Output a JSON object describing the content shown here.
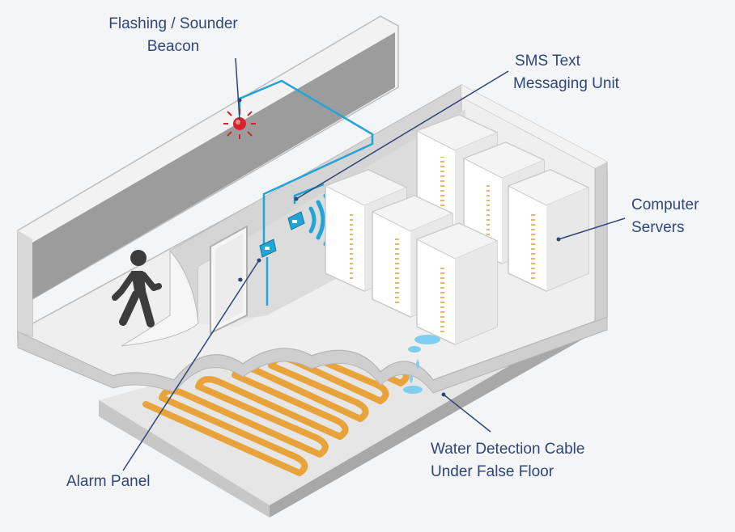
{
  "labels": {
    "beacon": [
      "Flashing / Sounder",
      "Beacon"
    ],
    "sms": [
      "SMS Text",
      "Messaging Unit"
    ],
    "servers": [
      "Computer",
      "Servers"
    ],
    "water": [
      "Water Detection Cable",
      "Under False Floor"
    ],
    "alarm": "Alarm Panel"
  },
  "colors": {
    "label_text": "#2f4678",
    "leader_line": "#2f4678",
    "cable": "#e8a33a",
    "wiring": "#21a4d6",
    "beacon": "#d8232a",
    "water": "#7fcdf0",
    "wall_light": "#f1f1f1",
    "wall_dark": "#a9a9a9",
    "floor": "#e2e2e2"
  },
  "icons": [
    "walking-person-icon",
    "beacon-light-icon",
    "sms-unit-icon",
    "alarm-panel-icon",
    "wireless-signal-icon",
    "server-rack-icon",
    "water-leak-icon"
  ]
}
